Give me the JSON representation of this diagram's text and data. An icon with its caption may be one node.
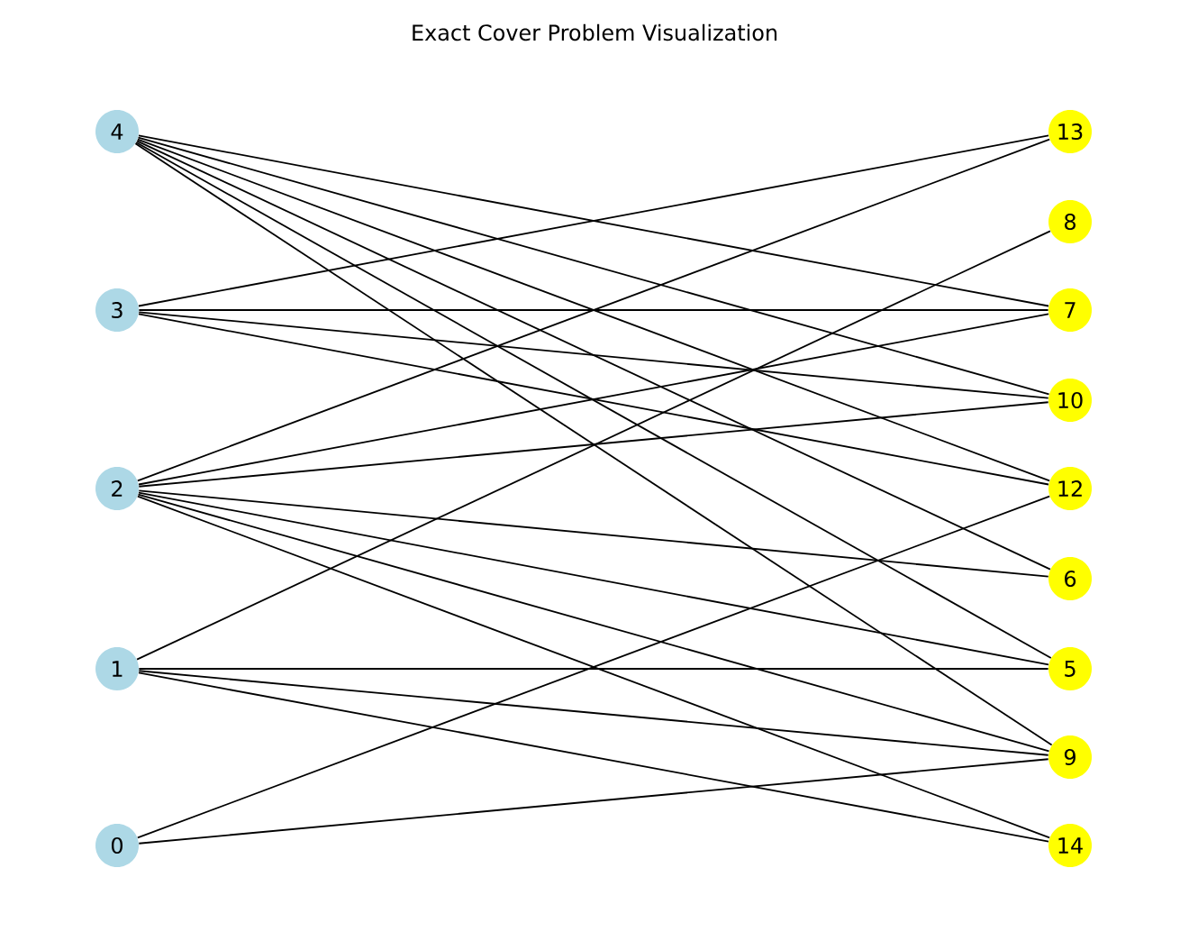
{
  "diagram": {
    "title": "Exact Cover Problem Visualization",
    "nodes": [
      {
        "text": [
          "4"
        ]
      },
      {
        "text": [
          "3"
        ]
      },
      {
        "text": [
          "2"
        ]
      },
      {
        "text": [
          "1"
        ]
      },
      {
        "text": [
          "0"
        ]
      },
      {
        "text": [
          "13"
        ]
      },
      {
        "text": [
          "8"
        ]
      },
      {
        "text": [
          "7"
        ]
      },
      {
        "text": [
          "10"
        ]
      },
      {
        "text": [
          "12"
        ]
      },
      {
        "text": [
          "6"
        ]
      },
      {
        "text": [
          "5"
        ]
      },
      {
        "text": [
          "9"
        ]
      },
      {
        "text": [
          "14"
        ]
      }
    ],
    "edges": [
      {
        "from": 0,
        "to": 7,
        "arrow": "none"
      },
      {
        "from": 0,
        "to": 8,
        "arrow": "none"
      },
      {
        "from": 0,
        "to": 9,
        "arrow": "none"
      },
      {
        "from": 0,
        "to": 10,
        "arrow": "none"
      },
      {
        "from": 0,
        "to": 11,
        "arrow": "none"
      },
      {
        "from": 0,
        "to": 12,
        "arrow": "none"
      },
      {
        "from": 1,
        "to": 5,
        "arrow": "none"
      },
      {
        "from": 1,
        "to": 7,
        "arrow": "none"
      },
      {
        "from": 1,
        "to": 8,
        "arrow": "none"
      },
      {
        "from": 1,
        "to": 9,
        "arrow": "none"
      },
      {
        "from": 2,
        "to": 5,
        "arrow": "none"
      },
      {
        "from": 2,
        "to": 7,
        "arrow": "none"
      },
      {
        "from": 2,
        "to": 8,
        "arrow": "none"
      },
      {
        "from": 2,
        "to": 10,
        "arrow": "none"
      },
      {
        "from": 2,
        "to": 11,
        "arrow": "none"
      },
      {
        "from": 2,
        "to": 12,
        "arrow": "none"
      },
      {
        "from": 2,
        "to": 13,
        "arrow": "none"
      },
      {
        "from": 3,
        "to": 6,
        "arrow": "none"
      },
      {
        "from": 3,
        "to": 11,
        "arrow": "none"
      },
      {
        "from": 3,
        "to": 12,
        "arrow": "none"
      },
      {
        "from": 3,
        "to": 13,
        "arrow": "none"
      },
      {
        "from": 4,
        "to": 9,
        "arrow": "none"
      },
      {
        "from": 4,
        "to": 12,
        "arrow": "none"
      }
    ]
  }
}
